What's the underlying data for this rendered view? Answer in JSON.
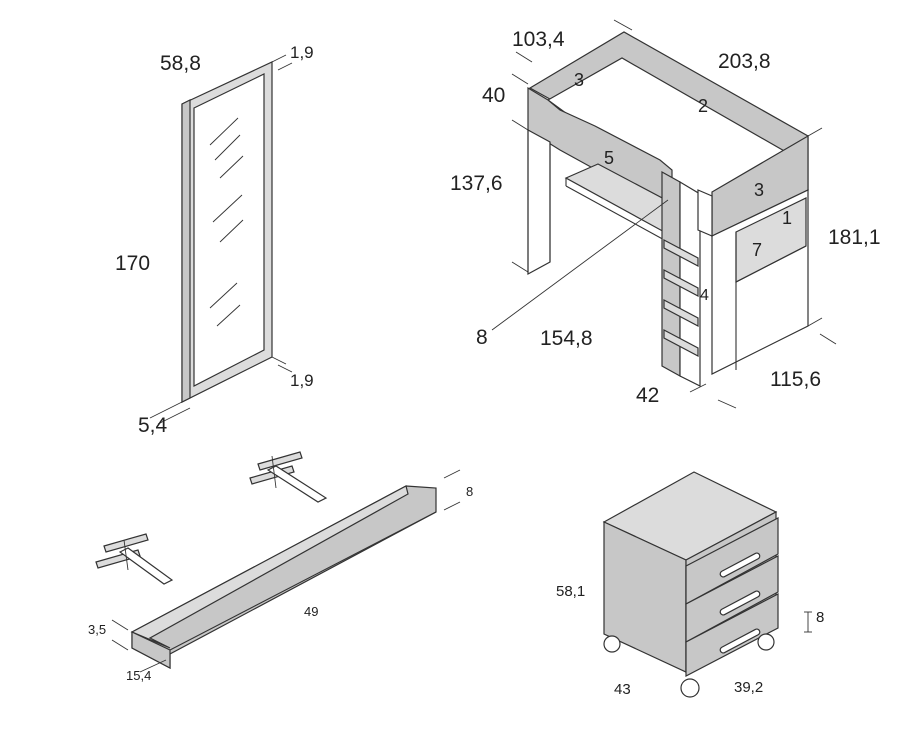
{
  "mirror": {
    "width": "58,8",
    "depth_top": "1,9",
    "height": "170",
    "depth_bottom": "1,9",
    "frame": "5,4"
  },
  "loft_bed": {
    "depth": "103,4",
    "length": "203,8",
    "guard_height": "40",
    "under_height": "137,6",
    "total_height": "181,1",
    "desk_width": "154,8",
    "ladder_width": "42",
    "base_width": "115,6",
    "parts": [
      "1",
      "2",
      "3",
      "3",
      "4",
      "5",
      "7",
      "8"
    ]
  },
  "shelf": {
    "height": "8",
    "length": "49",
    "lip": "3,5",
    "depth": "15,4"
  },
  "drawer_unit": {
    "height": "58,1",
    "drawer_height": "8",
    "width": "43",
    "depth": "39,2"
  }
}
